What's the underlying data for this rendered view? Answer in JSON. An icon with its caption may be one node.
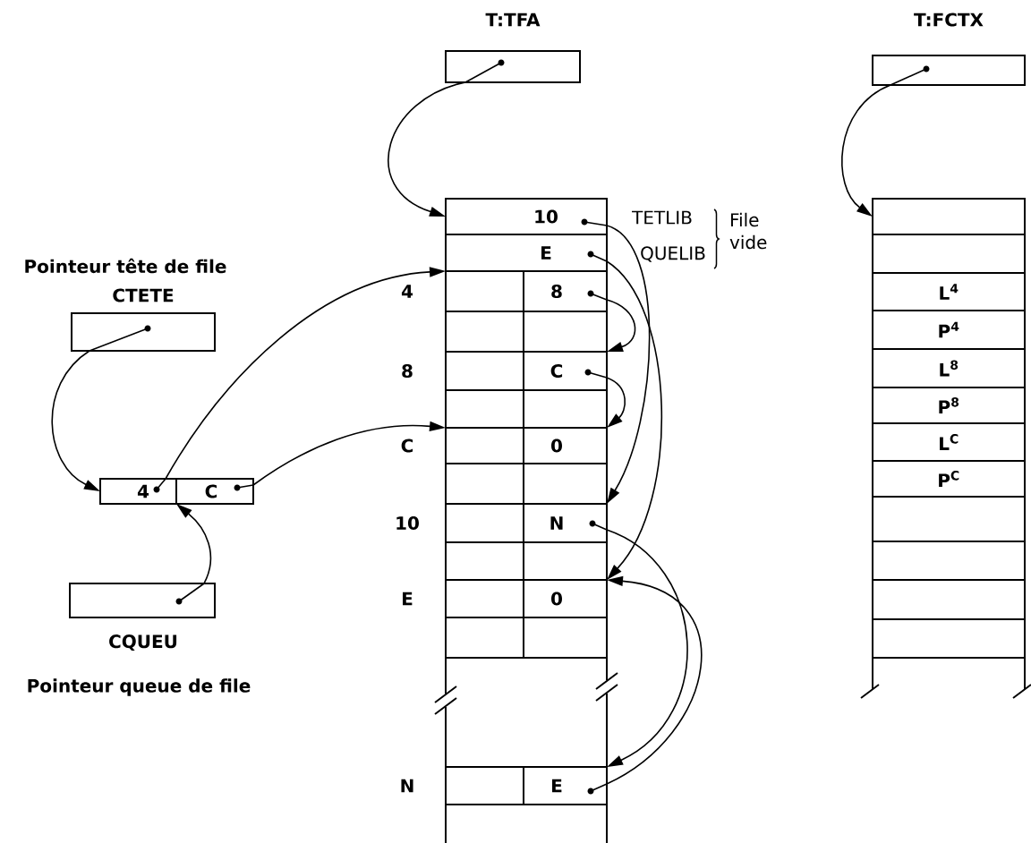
{
  "diagram": {
    "nodes": [
      {
        "text": [],
        "shape": "box",
        "beside": [
          "T:TFA"
        ]
      },
      {
        "text": [],
        "shape": "box",
        "beside": [
          "T:FCTX"
        ]
      },
      {
        "text": [],
        "shape": "box",
        "beside": [
          "Pointeur tête de file",
          "CTETE"
        ]
      },
      {
        "text": [
          "4"
        ]
      },
      {
        "text": [
          "C"
        ]
      },
      {
        "text": [],
        "shape": "box",
        "beside": [
          "CQUEU",
          "Pointeur queue de file"
        ]
      },
      {
        "text": [
          "10"
        ]
      },
      {
        "text": [
          "E"
        ]
      },
      {
        "text": [
          "8"
        ],
        "beside": [
          "4"
        ]
      },
      {
        "text": [],
        "shape": "box"
      },
      {
        "text": [
          "C"
        ],
        "beside": [
          "8"
        ]
      },
      {
        "text": [],
        "shape": "box"
      },
      {
        "text": [
          "0"
        ],
        "beside": [
          "C"
        ]
      },
      {
        "text": [],
        "shape": "box"
      },
      {
        "text": [
          "N"
        ],
        "beside": [
          "10"
        ]
      },
      {
        "text": [],
        "shape": "box"
      },
      {
        "text": [
          "0"
        ],
        "beside": [
          "E"
        ]
      },
      {
        "text": [],
        "shape": "box"
      },
      {
        "text": [
          "E"
        ],
        "beside": [
          "N"
        ]
      },
      {
        "text": [],
        "shape": "box"
      },
      {
        "text": [],
        "shape": "box"
      },
      {
        "text": [],
        "shape": "box"
      },
      {
        "text": [
          "L$^{4}$"
        ]
      },
      {
        "text": [
          "P$^{4}$"
        ]
      },
      {
        "text": [
          "L$^{8}$"
        ]
      },
      {
        "text": [
          "P$^{8}$"
        ]
      },
      {
        "text": [
          "L$^{C}$"
        ]
      },
      {
        "text": [
          "P$^{C}$"
        ]
      },
      {
        "text": [],
        "shape": "box"
      },
      {
        "text": [],
        "shape": "box"
      },
      {
        "text": [],
        "shape": "box"
      },
      {
        "text": [],
        "shape": "box"
      }
    ],
    "edges": [
      {
        "from": 0,
        "to": 6,
        "arrow": "to"
      },
      {
        "from": 1,
        "to": 20,
        "arrow": "to"
      },
      {
        "from": 2,
        "to": 3,
        "arrow": "to"
      },
      {
        "from": 5,
        "to": 3,
        "arrow": "to"
      },
      {
        "from": 3,
        "to": 8,
        "arrow": "to"
      },
      {
        "from": 4,
        "to": 12,
        "arrow": "to"
      },
      {
        "from": 6,
        "to": 14,
        "arrow": "to"
      },
      {
        "from": 7,
        "to": 16,
        "arrow": "to"
      },
      {
        "from": 8,
        "to": 10,
        "arrow": "to"
      },
      {
        "from": 10,
        "to": 12,
        "arrow": "to"
      },
      {
        "from": 14,
        "to": 18,
        "arrow": "to"
      },
      {
        "from": 18,
        "to": 16,
        "arrow": "to"
      }
    ],
    "labels": [
      "TETLIB",
      "QUELIB",
      "File vide"
    ]
  }
}
